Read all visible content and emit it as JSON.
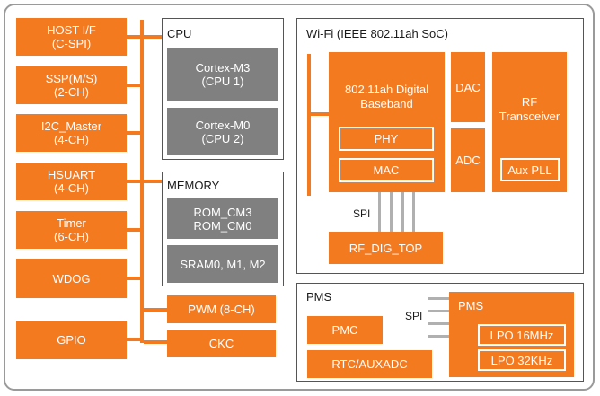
{
  "left_peripherals": [
    {
      "label": "HOST I/F\n(C-SPI)"
    },
    {
      "label": "SSP(M/S)\n(2-CH)"
    },
    {
      "label": "I2C_Master\n(4-CH)"
    },
    {
      "label": "HSUART\n(4-CH)"
    },
    {
      "label": "Timer\n(6-CH)"
    },
    {
      "label": "WDOG"
    },
    {
      "label": "GPIO"
    }
  ],
  "cpu": {
    "title": "CPU",
    "cores": [
      {
        "label": "Cortex-M3\n(CPU 1)"
      },
      {
        "label": "Cortex-M0\n(CPU 2)"
      }
    ]
  },
  "memory": {
    "title": "MEMORY",
    "blocks": [
      {
        "label": "ROM_CM3\nROM_CM0"
      },
      {
        "label": "SRAM0, M1, M2"
      }
    ]
  },
  "pwm_label": "PWM (8-CH)",
  "ckc_label": "CKC",
  "wifi": {
    "title": "Wi-Fi (IEEE 802.11ah SoC)",
    "baseband_label": "802.11ah Digital\nBaseband",
    "phy_label": "PHY",
    "mac_label": "MAC",
    "dac_label": "DAC",
    "adc_label": "ADC",
    "rf_label": "RF\nTransceiver",
    "auxpll_label": "Aux PLL",
    "spi_label": "SPI",
    "rfdig_label": "RF_DIG_TOP"
  },
  "pms": {
    "title": "PMS",
    "pmc_label": "PMC",
    "rtc_label": "RTC/AUXADC",
    "spi_label": "SPI",
    "pms_block_label": "PMS",
    "lpo16_label": "LPO 16MHz",
    "lpo32_label": "LPO 32KHz"
  },
  "colors": {
    "accent": "#f47a20",
    "memory_gray": "#808080",
    "bus_gray": "#b0b0b0"
  }
}
